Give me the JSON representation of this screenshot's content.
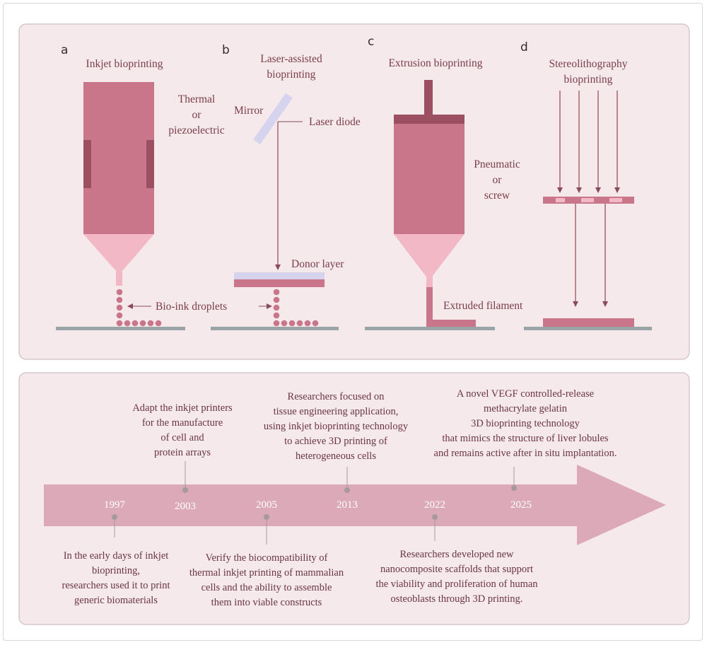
{
  "colors": {
    "panel_bg": "#f6e9ec",
    "panel_border": "#cdbfc3",
    "body_pink": "#c9768a",
    "dark_band": "#9b4f60",
    "light_pink": "#f2b8c6",
    "droplet": "#c9768a",
    "base": "#9aa4a6",
    "mirror": "#d6d3ee",
    "arrow": "#dba9b7",
    "text": "#7a3d4a"
  },
  "panels": {
    "a": {
      "letter": "a",
      "title": "Inkjet bioprinting",
      "actuator": [
        "Thermal",
        "or",
        "piezoelectric"
      ],
      "droplets_label": "Bio-ink droplets"
    },
    "b": {
      "letter": "b",
      "title": [
        "Laser-assisted",
        "bioprinting"
      ],
      "mirror": "Mirror",
      "laser": "Laser diode",
      "donor": "Donor layer",
      "droplets_label": "Bio-ink droplets"
    },
    "c": {
      "letter": "c",
      "title": "Extrusion bioprinting",
      "drive": [
        "Pneumatic",
        "or",
        "screw"
      ],
      "filament": "Extruded filament"
    },
    "d": {
      "letter": "d",
      "title": [
        "Stereolithography",
        "bioprinting"
      ]
    }
  },
  "timeline": {
    "years": [
      "1997",
      "2003",
      "2005",
      "2013",
      "2022",
      "2025"
    ],
    "events": [
      {
        "year": "1997",
        "position": "below",
        "lines": [
          "In the early days of inkjet",
          "bioprinting,",
          "researchers used it to print",
          "generic biomaterials"
        ]
      },
      {
        "year": "2003",
        "position": "above",
        "lines": [
          "Adapt the inkjet printers",
          "for the manufacture",
          "of cell and",
          "protein arrays"
        ]
      },
      {
        "year": "2005",
        "position": "below",
        "lines": [
          "Verify the biocompatibility of",
          "thermal inkjet printing of mammalian",
          "cells and the ability to assemble",
          "them into viable constructs"
        ]
      },
      {
        "year": "2013",
        "position": "above",
        "lines": [
          "Researchers focused on",
          "tissue engineering application,",
          "using inkjet bioprinting technology",
          "to achieve 3D printing of",
          "heterogeneous cells"
        ]
      },
      {
        "year": "2022",
        "position": "below",
        "lines": [
          "Researchers developed new",
          "nanocomposite scaffolds that support",
          "the viability and proliferation of human",
          "osteoblasts through 3D printing."
        ]
      },
      {
        "year": "2025",
        "position": "above",
        "lines": [
          "A novel VEGF controlled-release",
          "methacrylate gelatin",
          "3D bioprinting technology",
          "that mimics the structure of liver lobules",
          "and remains active after in situ implantation."
        ]
      }
    ]
  }
}
